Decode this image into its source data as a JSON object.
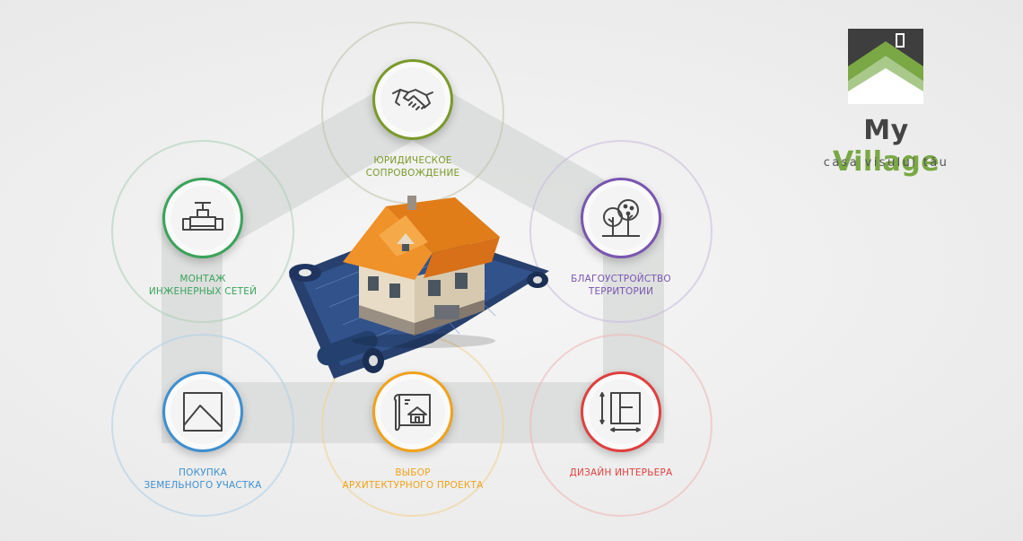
{
  "logo": {
    "brand_left": "My ",
    "brand_right": "Village",
    "tagline": "casa visului tău"
  },
  "colors": {
    "legal": "#7a9a2a",
    "engineering": "#3aa35a",
    "landscaping": "#7a55b0",
    "land": "#3e8fd0",
    "project": "#f0a21a",
    "interior": "#e04040",
    "logo_green": "#7aa844",
    "logo_dark": "#444444"
  },
  "services": [
    {
      "id": "legal",
      "line1": "ЮРИДИЧЕСКОЕ",
      "line2": "СОПРОВОЖДЕНИЕ",
      "icon": "handshake-icon"
    },
    {
      "id": "engineering",
      "line1": "МОНТАЖ",
      "line2": "ИНЖЕНЕРНЫХ СЕТЕЙ",
      "icon": "pipe-valve-icon"
    },
    {
      "id": "landscaping",
      "line1": "БЛАГОУСТРОЙСТВО",
      "line2": "ТЕРРИТОРИИ",
      "icon": "trees-icon"
    },
    {
      "id": "land",
      "line1": "ПОКУПКА",
      "line2": "ЗЕМЕЛЬНОГО УЧАСТКА",
      "icon": "land-plot-icon"
    },
    {
      "id": "project",
      "line1": "ВЫБОР",
      "line2": "АРХИТЕКТУРНОГО ПРОЕКТА",
      "icon": "blueprint-icon"
    },
    {
      "id": "interior",
      "line1": "ДИЗАЙН ИНТЕРЬЕРА",
      "line2": "",
      "icon": "floor-plan-icon"
    }
  ]
}
